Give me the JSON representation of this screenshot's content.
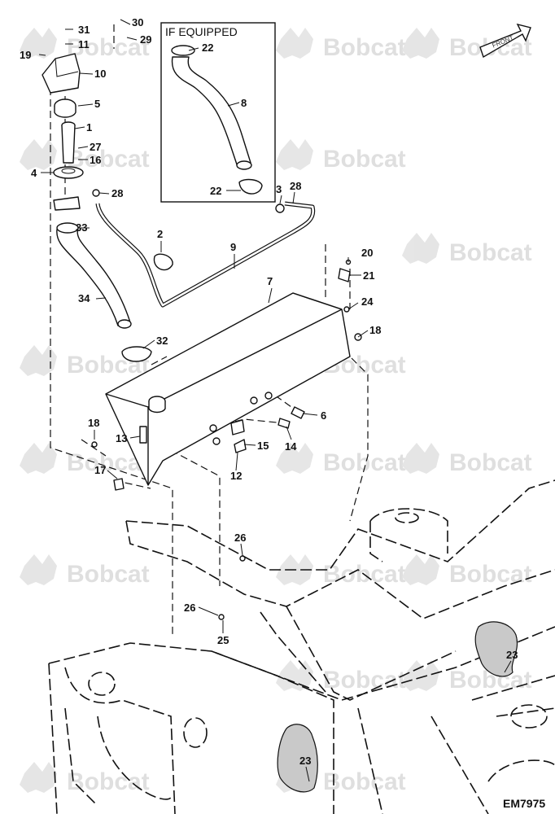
{
  "diagram": {
    "inset_label": "IF EQUIPPED",
    "figure_code": "EM7975",
    "front_label": "FRONT",
    "watermark_text": "Bobcat",
    "callouts": [
      {
        "id": "c31",
        "text": "31"
      },
      {
        "id": "c30",
        "text": "30"
      },
      {
        "id": "c11",
        "text": "11"
      },
      {
        "id": "c29",
        "text": "29"
      },
      {
        "id": "c19",
        "text": "19"
      },
      {
        "id": "c10",
        "text": "10"
      },
      {
        "id": "c5",
        "text": "5"
      },
      {
        "id": "c1",
        "text": "1"
      },
      {
        "id": "c27",
        "text": "27"
      },
      {
        "id": "c16",
        "text": "16"
      },
      {
        "id": "c4",
        "text": "4"
      },
      {
        "id": "c28a",
        "text": "28"
      },
      {
        "id": "c33",
        "text": "33"
      },
      {
        "id": "c34",
        "text": "34"
      },
      {
        "id": "c32",
        "text": "32"
      },
      {
        "id": "c22a",
        "text": "22"
      },
      {
        "id": "c8",
        "text": "8"
      },
      {
        "id": "c22b",
        "text": "22"
      },
      {
        "id": "c3",
        "text": "3"
      },
      {
        "id": "c28b",
        "text": "28"
      },
      {
        "id": "c2",
        "text": "2"
      },
      {
        "id": "c9",
        "text": "9"
      },
      {
        "id": "c20",
        "text": "20"
      },
      {
        "id": "c21",
        "text": "21"
      },
      {
        "id": "c7",
        "text": "7"
      },
      {
        "id": "c24",
        "text": "24"
      },
      {
        "id": "c18a",
        "text": "18"
      },
      {
        "id": "c6",
        "text": "6"
      },
      {
        "id": "c18b",
        "text": "18"
      },
      {
        "id": "c13",
        "text": "13"
      },
      {
        "id": "c15",
        "text": "15"
      },
      {
        "id": "c14",
        "text": "14"
      },
      {
        "id": "c12",
        "text": "12"
      },
      {
        "id": "c17",
        "text": "17"
      },
      {
        "id": "c26a",
        "text": "26"
      },
      {
        "id": "c26b",
        "text": "26"
      },
      {
        "id": "c25",
        "text": "25"
      },
      {
        "id": "c23a",
        "text": "23"
      },
      {
        "id": "c23b",
        "text": "23"
      }
    ]
  }
}
